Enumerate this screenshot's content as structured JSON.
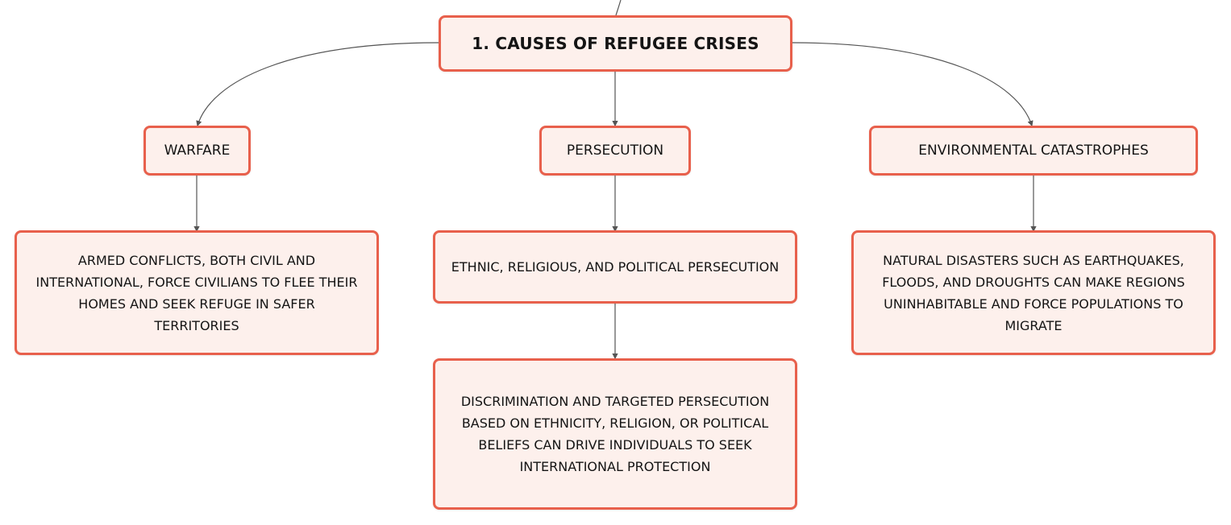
{
  "root": {
    "label": "1. CAUSES OF REFUGEE CRISES"
  },
  "branches": [
    {
      "label": "WARFARE",
      "details": [
        "ARMED CONFLICTS, BOTH CIVIL AND INTERNATIONAL, FORCE CIVILIANS TO FLEE THEIR HOMES AND SEEK REFUGE IN SAFER TERRITORIES"
      ]
    },
    {
      "label": "PERSECUTION",
      "details": [
        "ETHNIC, RELIGIOUS, AND POLITICAL PERSECUTION",
        "DISCRIMINATION AND TARGETED PERSECUTION BASED ON ETHNICITY, RELIGION, OR POLITICAL BELIEFS CAN DRIVE INDIVIDUALS TO SEEK INTERNATIONAL PROTECTION"
      ]
    },
    {
      "label": "ENVIRONMENTAL CATASTROPHES",
      "details": [
        "NATURAL DISASTERS SUCH AS EARTHQUAKES, FLOODS, AND DROUGHTS CAN MAKE REGIONS UNINHABITABLE AND FORCE POPULATIONS TO MIGRATE"
      ]
    }
  ],
  "colors": {
    "node_border": "#e8604c",
    "node_fill": "#fdf0ec",
    "connector": "#555555",
    "text": "#141414"
  }
}
